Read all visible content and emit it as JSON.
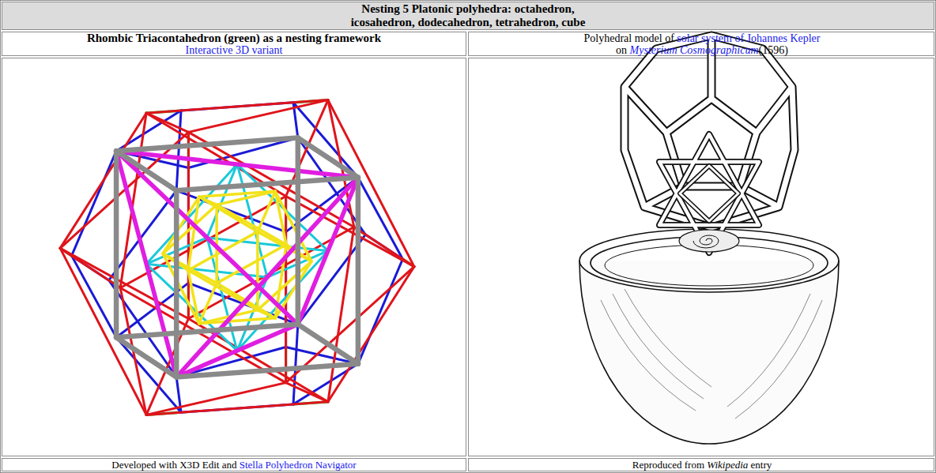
{
  "diagram": {
    "title": "Nesting 5 Platonic polyhedra: octahedron, icosahedron, dodecahedron, tetrahedron, cube",
    "labels": [
      "Rhombic Triacontahedron (green) as a nesting framework",
      "Interactive 3D variant",
      "Polyhedral model of",
      "solar system of Johannes Kepler",
      "on",
      "Mysterium Cosmographicum",
      "(1596)",
      "Developed with X3D Edit and",
      "Stella Polyhedron Navigator",
      "Reproduced from",
      "Wikipedia",
      "entry"
    ]
  }
}
